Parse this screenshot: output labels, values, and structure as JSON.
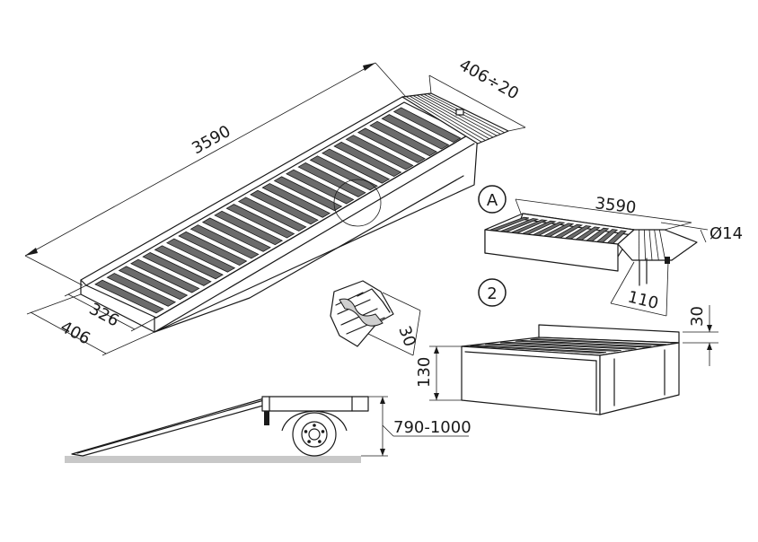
{
  "dimensions": {
    "ramp_length": "3590",
    "lip_width": "406÷20",
    "inner_width": "326",
    "outer_width": "406",
    "profile_height": "30",
    "variant_a_length": "3590",
    "pin_diameter": "Ø14",
    "lip_depth": "110",
    "variant_2_height": "30",
    "variant_2_side": "130",
    "loading_height": "790-1000"
  },
  "markers": {
    "variant_a": "A",
    "variant_2": "2"
  },
  "colors": {
    "line": "#1a1a1a",
    "ground": "#c8c8c8",
    "slat": "#6b6b6b"
  }
}
